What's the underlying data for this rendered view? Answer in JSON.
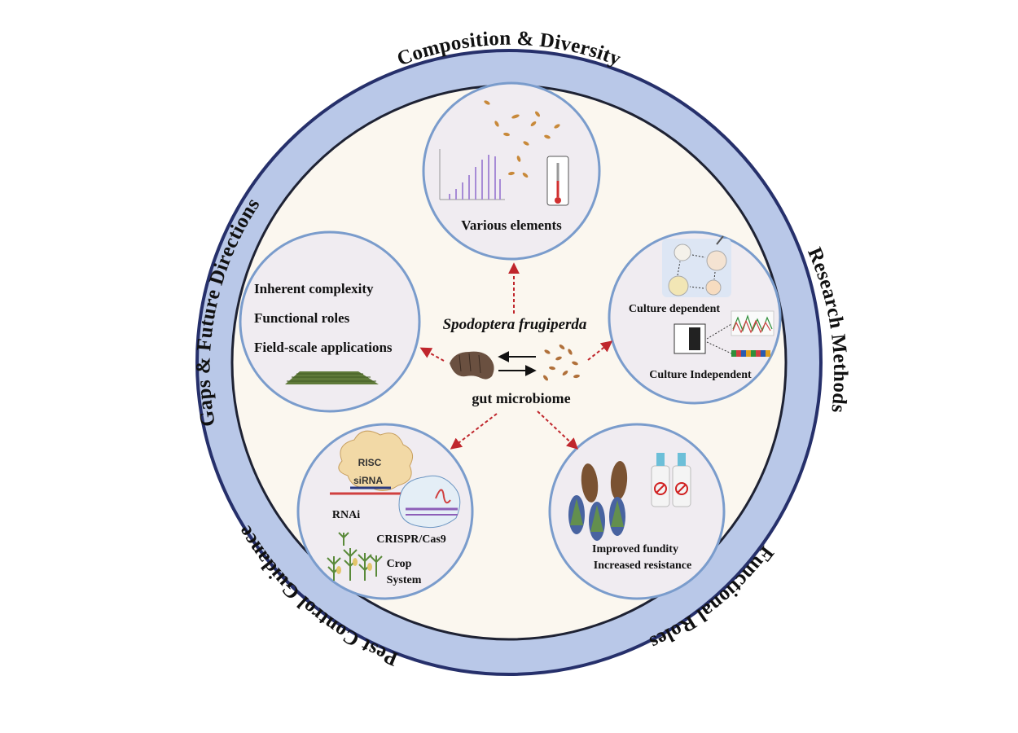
{
  "ring_labels": {
    "top": "Composition & Diversity",
    "right": "Research Methods",
    "bottom_right": "Functional Roles",
    "bottom_left": "Pest Control Guidance",
    "left": "Gaps & Future Directions"
  },
  "center": {
    "species": "Spodoptera frugiperda",
    "subtitle": "gut microbiome"
  },
  "nodes": {
    "composition": {
      "label": "Various elements"
    },
    "research": {
      "label_dependent": "Culture dependent",
      "label_independent": "Culture Independent"
    },
    "functional": {
      "line1": "Improved fundity",
      "line2": "Increased resistance"
    },
    "pest": {
      "risc": "RISC",
      "sirna": "siRNA",
      "rnai": "RNAi",
      "crispr": "CRISPR/Cas9",
      "crop_line1": "Crop",
      "crop_line2": "System"
    },
    "gaps": {
      "items": [
        "Inherent complexity",
        "Functional roles",
        "Field-scale applications"
      ]
    }
  },
  "colors": {
    "outer_ring": "#b9c8e8",
    "ring_stroke": "#26306b",
    "inner_fill": "#fbf7ef",
    "node_fill": "#f0ecf1",
    "node_stroke": "#7a9ccc",
    "arrow": "#c0262c"
  }
}
